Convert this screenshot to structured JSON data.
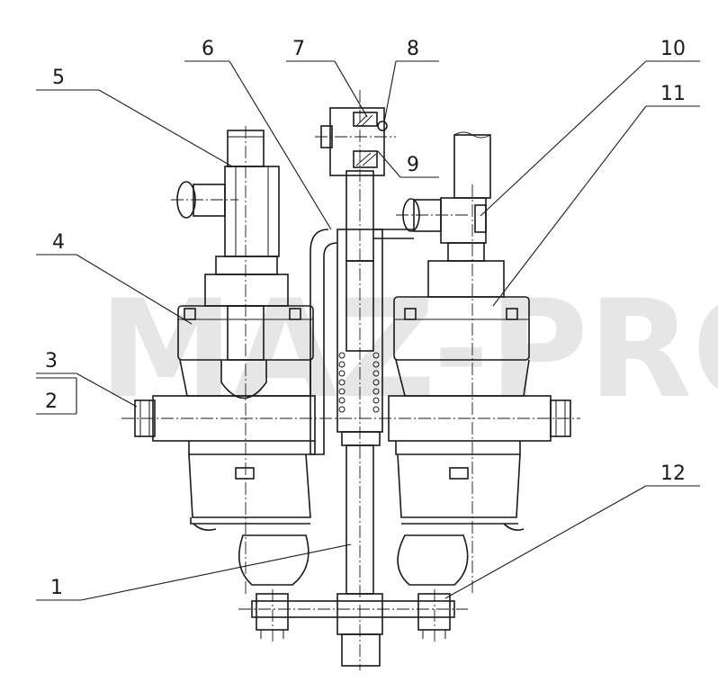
{
  "watermark": "MAZ-PRO",
  "callouts": [
    {
      "id": "1",
      "label": "1"
    },
    {
      "id": "2",
      "label": "2"
    },
    {
      "id": "3",
      "label": "3"
    },
    {
      "id": "4",
      "label": "4"
    },
    {
      "id": "5",
      "label": "5"
    },
    {
      "id": "6",
      "label": "6"
    },
    {
      "id": "7",
      "label": "7"
    },
    {
      "id": "8",
      "label": "8"
    },
    {
      "id": "9",
      "label": "9"
    },
    {
      "id": "10",
      "label": "10"
    },
    {
      "id": "11",
      "label": "11"
    },
    {
      "id": "12",
      "label": "12"
    }
  ],
  "colors": {
    "ink": "#1a1a1a",
    "watermark": "#e6e6e6",
    "background": "#ffffff"
  }
}
